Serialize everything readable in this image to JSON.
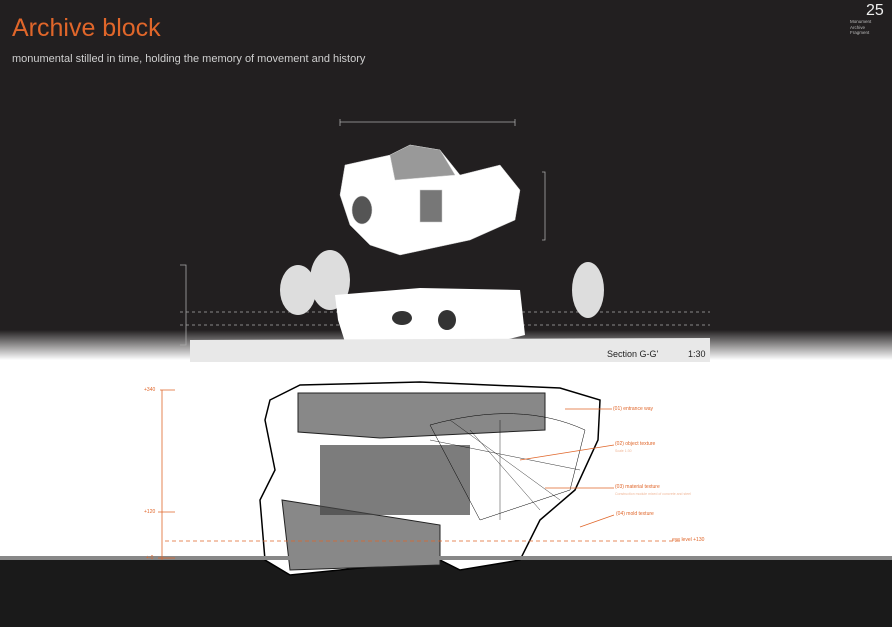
{
  "header": {
    "title": "Archive block",
    "subtitle": "monumental stilled in time, holding the memory of movement and history",
    "page_number": "25",
    "tags": [
      "Monument",
      "Archive",
      "Fragment"
    ]
  },
  "section": {
    "label": "Section G-G'",
    "scale": "1:30"
  },
  "levels": [
    "+340",
    "+120",
    "+-0"
  ],
  "annotations": [
    {
      "label": "(01) entrance way",
      "body": ""
    },
    {
      "label": "(02) object texture",
      "body": "Scale 1:30"
    },
    {
      "label": "(03) material texture",
      "body": "Construction module mixed of concrete and steel"
    },
    {
      "label": "(04) mold texture",
      "body": ""
    }
  ],
  "eye_level": "eye level +130",
  "colors": {
    "accent": "#e0662a",
    "background": "#221f20"
  }
}
